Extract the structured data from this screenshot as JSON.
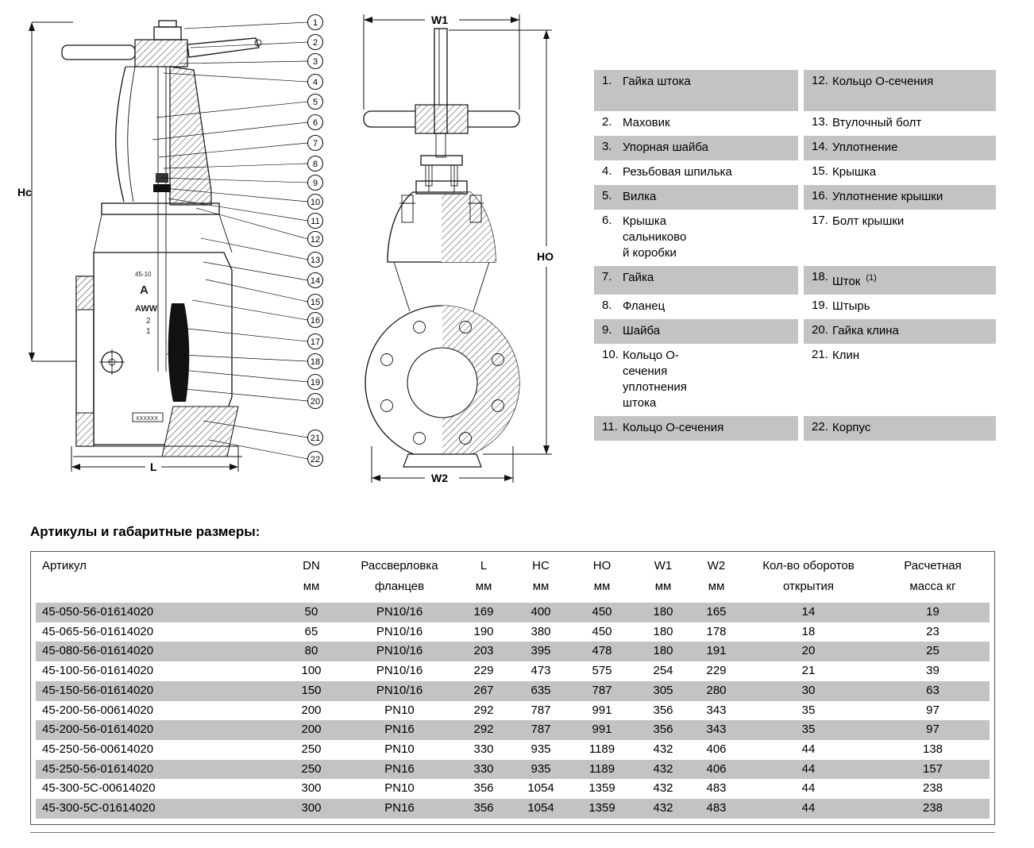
{
  "section_title": "Артикулы и габаритные размеры:",
  "colors": {
    "shade": "#c3c3c3",
    "line": "#111111"
  },
  "diagram": {
    "dim_labels": {
      "hc": "Hc",
      "l": "L",
      "w1": "W1",
      "w2": "W2",
      "ho": "HO"
    },
    "callouts": [
      "1",
      "2",
      "3",
      "4",
      "5",
      "6",
      "7",
      "8",
      "9",
      "10",
      "11",
      "12",
      "13",
      "14",
      "15",
      "16",
      "17",
      "18",
      "19",
      "20",
      "21",
      "22"
    ],
    "body_marks": {
      "model": "45-10",
      "logo": "A",
      "brand": "AWW",
      "d1": "2",
      "d2": "1",
      "plate": "XXXXXX"
    }
  },
  "parts": {
    "rows": [
      {
        "shaded": true,
        "minh": 52,
        "left": {
          "num": "1.",
          "label": "Гайка штока"
        },
        "right": {
          "num": "12.",
          "label": "Кольцо О-сечения"
        }
      },
      {
        "shaded": false,
        "left": {
          "num": "2.",
          "label": "Маховик"
        },
        "right": {
          "num": "13.",
          "label": "Втулочный болт"
        }
      },
      {
        "shaded": true,
        "left": {
          "num": "3.",
          "label": "Упорная шайба"
        },
        "right": {
          "num": "14.",
          "label": "Уплотнение"
        }
      },
      {
        "shaded": false,
        "left": {
          "num": "4.",
          "label": "Резьбовая шпилька"
        },
        "right": {
          "num": "15.",
          "label": "Крышка"
        }
      },
      {
        "shaded": true,
        "left": {
          "num": "5.",
          "label": "Вилка"
        },
        "right": {
          "num": "16.",
          "label": "Уплотнение крышки"
        }
      },
      {
        "shaded": false,
        "left": {
          "num": "6.",
          "label": "Крышка\nсальниково\nй коробки"
        },
        "right": {
          "num": "17.",
          "label": "Болт крышки"
        }
      },
      {
        "shaded": true,
        "left": {
          "num": "7.",
          "label": "Гайка"
        },
        "right": {
          "num": "18.",
          "label": "Шток",
          "sup": "(1)"
        }
      },
      {
        "shaded": false,
        "left": {
          "num": "8.",
          "label": "Фланец"
        },
        "right": {
          "num": "19.",
          "label": "Штырь"
        }
      },
      {
        "shaded": true,
        "left": {
          "num": "9.",
          "label": "Шайба"
        },
        "right": {
          "num": "20.",
          "label": "Гайка клина"
        }
      },
      {
        "shaded": false,
        "left": {
          "num": "10.",
          "label": "Кольцо О-\nсечения\nуплотнения\nштока"
        },
        "right": {
          "num": "21.",
          "label": "Клин"
        }
      },
      {
        "shaded": true,
        "left": {
          "num": "11.",
          "label": "Кольцо О-сечения"
        },
        "right": {
          "num": "22.",
          "label": "Корпус"
        }
      }
    ]
  },
  "table": {
    "header_line1": [
      "Артикул",
      "DN",
      "Рассверловка",
      "L",
      "HC",
      "HO",
      "W1",
      "W2",
      "Кол-во оборотов",
      "Расчетная"
    ],
    "header_line2": [
      "",
      "мм",
      "фланцев",
      "мм",
      "мм",
      "мм",
      "мм",
      "мм",
      "открытия",
      "масса кг"
    ],
    "rows": [
      [
        "45-050-56-01614020",
        "50",
        "PN10/16",
        "169",
        "400",
        "450",
        "180",
        "165",
        "14",
        "19"
      ],
      [
        "45-065-56-01614020",
        "65",
        "PN10/16",
        "190",
        "380",
        "450",
        "180",
        "178",
        "18",
        "23"
      ],
      [
        "45-080-56-01614020",
        "80",
        "PN10/16",
        "203",
        "395",
        "478",
        "180",
        "191",
        "20",
        "25"
      ],
      [
        "45-100-56-01614020",
        "100",
        "PN10/16",
        "229",
        "473",
        "575",
        "254",
        "229",
        "21",
        "39"
      ],
      [
        "45-150-56-01614020",
        "150",
        "PN10/16",
        "267",
        "635",
        "787",
        "305",
        "280",
        "30",
        "63"
      ],
      [
        "45-200-56-00614020",
        "200",
        "PN10",
        "292",
        "787",
        "991",
        "356",
        "343",
        "35",
        "97"
      ],
      [
        "45-200-56-01614020",
        "200",
        "PN16",
        "292",
        "787",
        "991",
        "356",
        "343",
        "35",
        "97"
      ],
      [
        "45-250-56-00614020",
        "250",
        "PN10",
        "330",
        "935",
        "1189",
        "432",
        "406",
        "44",
        "138"
      ],
      [
        "45-250-56-01614020",
        "250",
        "PN16",
        "330",
        "935",
        "1189",
        "432",
        "406",
        "44",
        "157"
      ],
      [
        "45-300-5C-00614020",
        "300",
        "PN10",
        "356",
        "1054",
        "1359",
        "432",
        "483",
        "44",
        "238"
      ],
      [
        "45-300-5C-01614020",
        "300",
        "PN16",
        "356",
        "1054",
        "1359",
        "432",
        "483",
        "44",
        "238"
      ]
    ]
  }
}
